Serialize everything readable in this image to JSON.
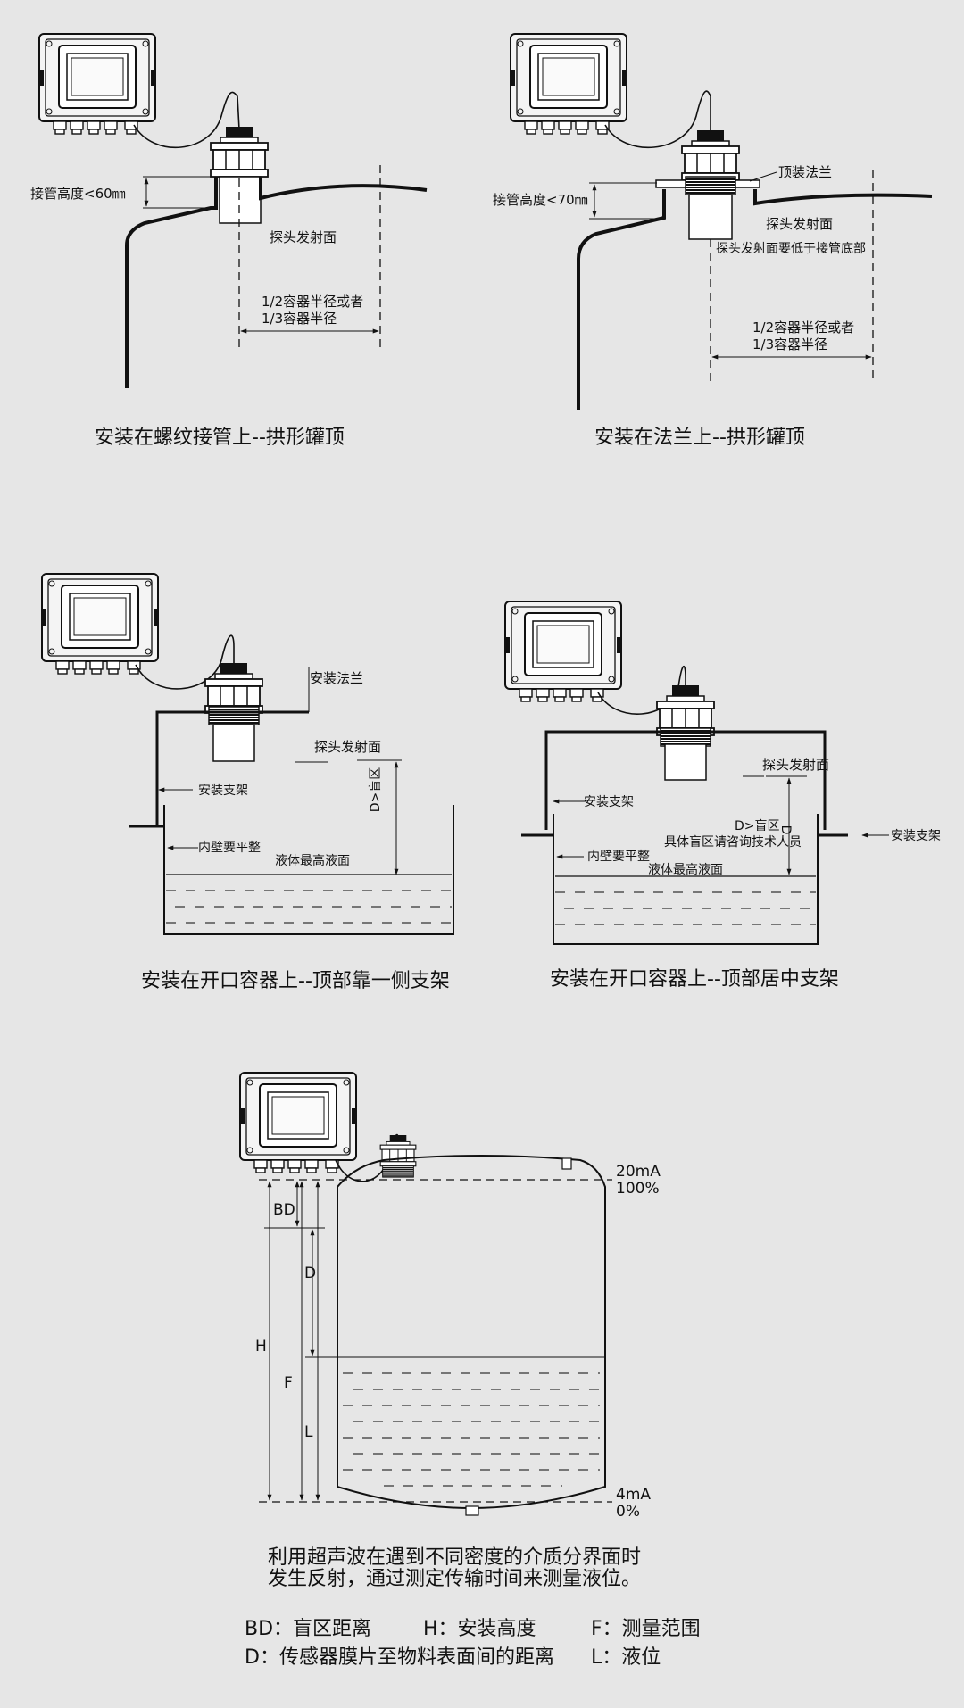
{
  "panel1": {
    "caption": "安装在螺纹接管上--拱形罐顶",
    "height_label": "接管高度<60㎜",
    "face_label": "探头发射面",
    "radius_line1": "1/2容器半径或者",
    "radius_line2": "1/3容器半径"
  },
  "panel2": {
    "caption": "安装在法兰上--拱形罐顶",
    "flange_label": "顶装法兰",
    "height_label": "接管高度<70㎜",
    "face_label": "探头发射面",
    "face_note": "探头发射面要低于接管底部",
    "radius_line1": "1/2容器半径或者",
    "radius_line2": "1/3容器半径"
  },
  "panel3": {
    "caption": "安装在开口容器上--顶部靠一侧支架",
    "flange_label": "安装法兰",
    "face_label": "探头发射面",
    "bracket_label": "安装支架",
    "blind_label": "D>盲区",
    "wall_label": "内壁要平整",
    "max_level_label": "液体最高液面"
  },
  "panel4": {
    "caption": "安装在开口容器上--顶部居中支架",
    "face_label": "探头发射面",
    "bracket_label_left": "安装支架",
    "bracket_label_right": "安装支架",
    "blind_label": "D>盲区",
    "blind_note": "具体盲区请咨询技术人员",
    "d_label": "D",
    "wall_label": "内壁要平整",
    "max_level_label": "液体最高液面"
  },
  "panel5": {
    "top_ma": "20mA",
    "top_pct": "100%",
    "bottom_ma": "4mA",
    "bottom_pct": "0%",
    "dims": {
      "bd": "BD",
      "d": "D",
      "h": "H",
      "f": "F",
      "l": "L"
    },
    "desc_line1": "利用超声波在遇到不同密度的介质分界面时",
    "desc_line2": "发生反射，通过测定传输时间来测量液位。"
  },
  "legend": {
    "bd": "BD：盲区距离",
    "h": "H：安装高度",
    "f": "F：测量范围",
    "d": "D：传感器膜片至物料表面间的距离",
    "l": "L：液位"
  }
}
